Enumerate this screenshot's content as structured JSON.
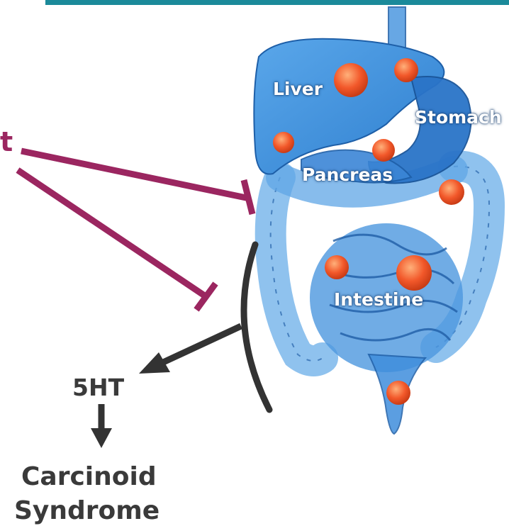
{
  "colors": {
    "teal_bar": "#1b8a9a",
    "organ_fill": "#3f8fdc",
    "organ_dark": "#1e5fa8",
    "tumor": "#f2582a",
    "inhibitor": "#9b2660",
    "arrow": "#333333"
  },
  "inhibitor_label": "t",
  "organs": {
    "liver": "Liver",
    "stomach": "Stomach",
    "pancreas": "Pancreas",
    "intestine": "Intestine"
  },
  "product": "5HT",
  "outcome": {
    "line1": "Carcinoid",
    "line2": "Syndrome"
  }
}
